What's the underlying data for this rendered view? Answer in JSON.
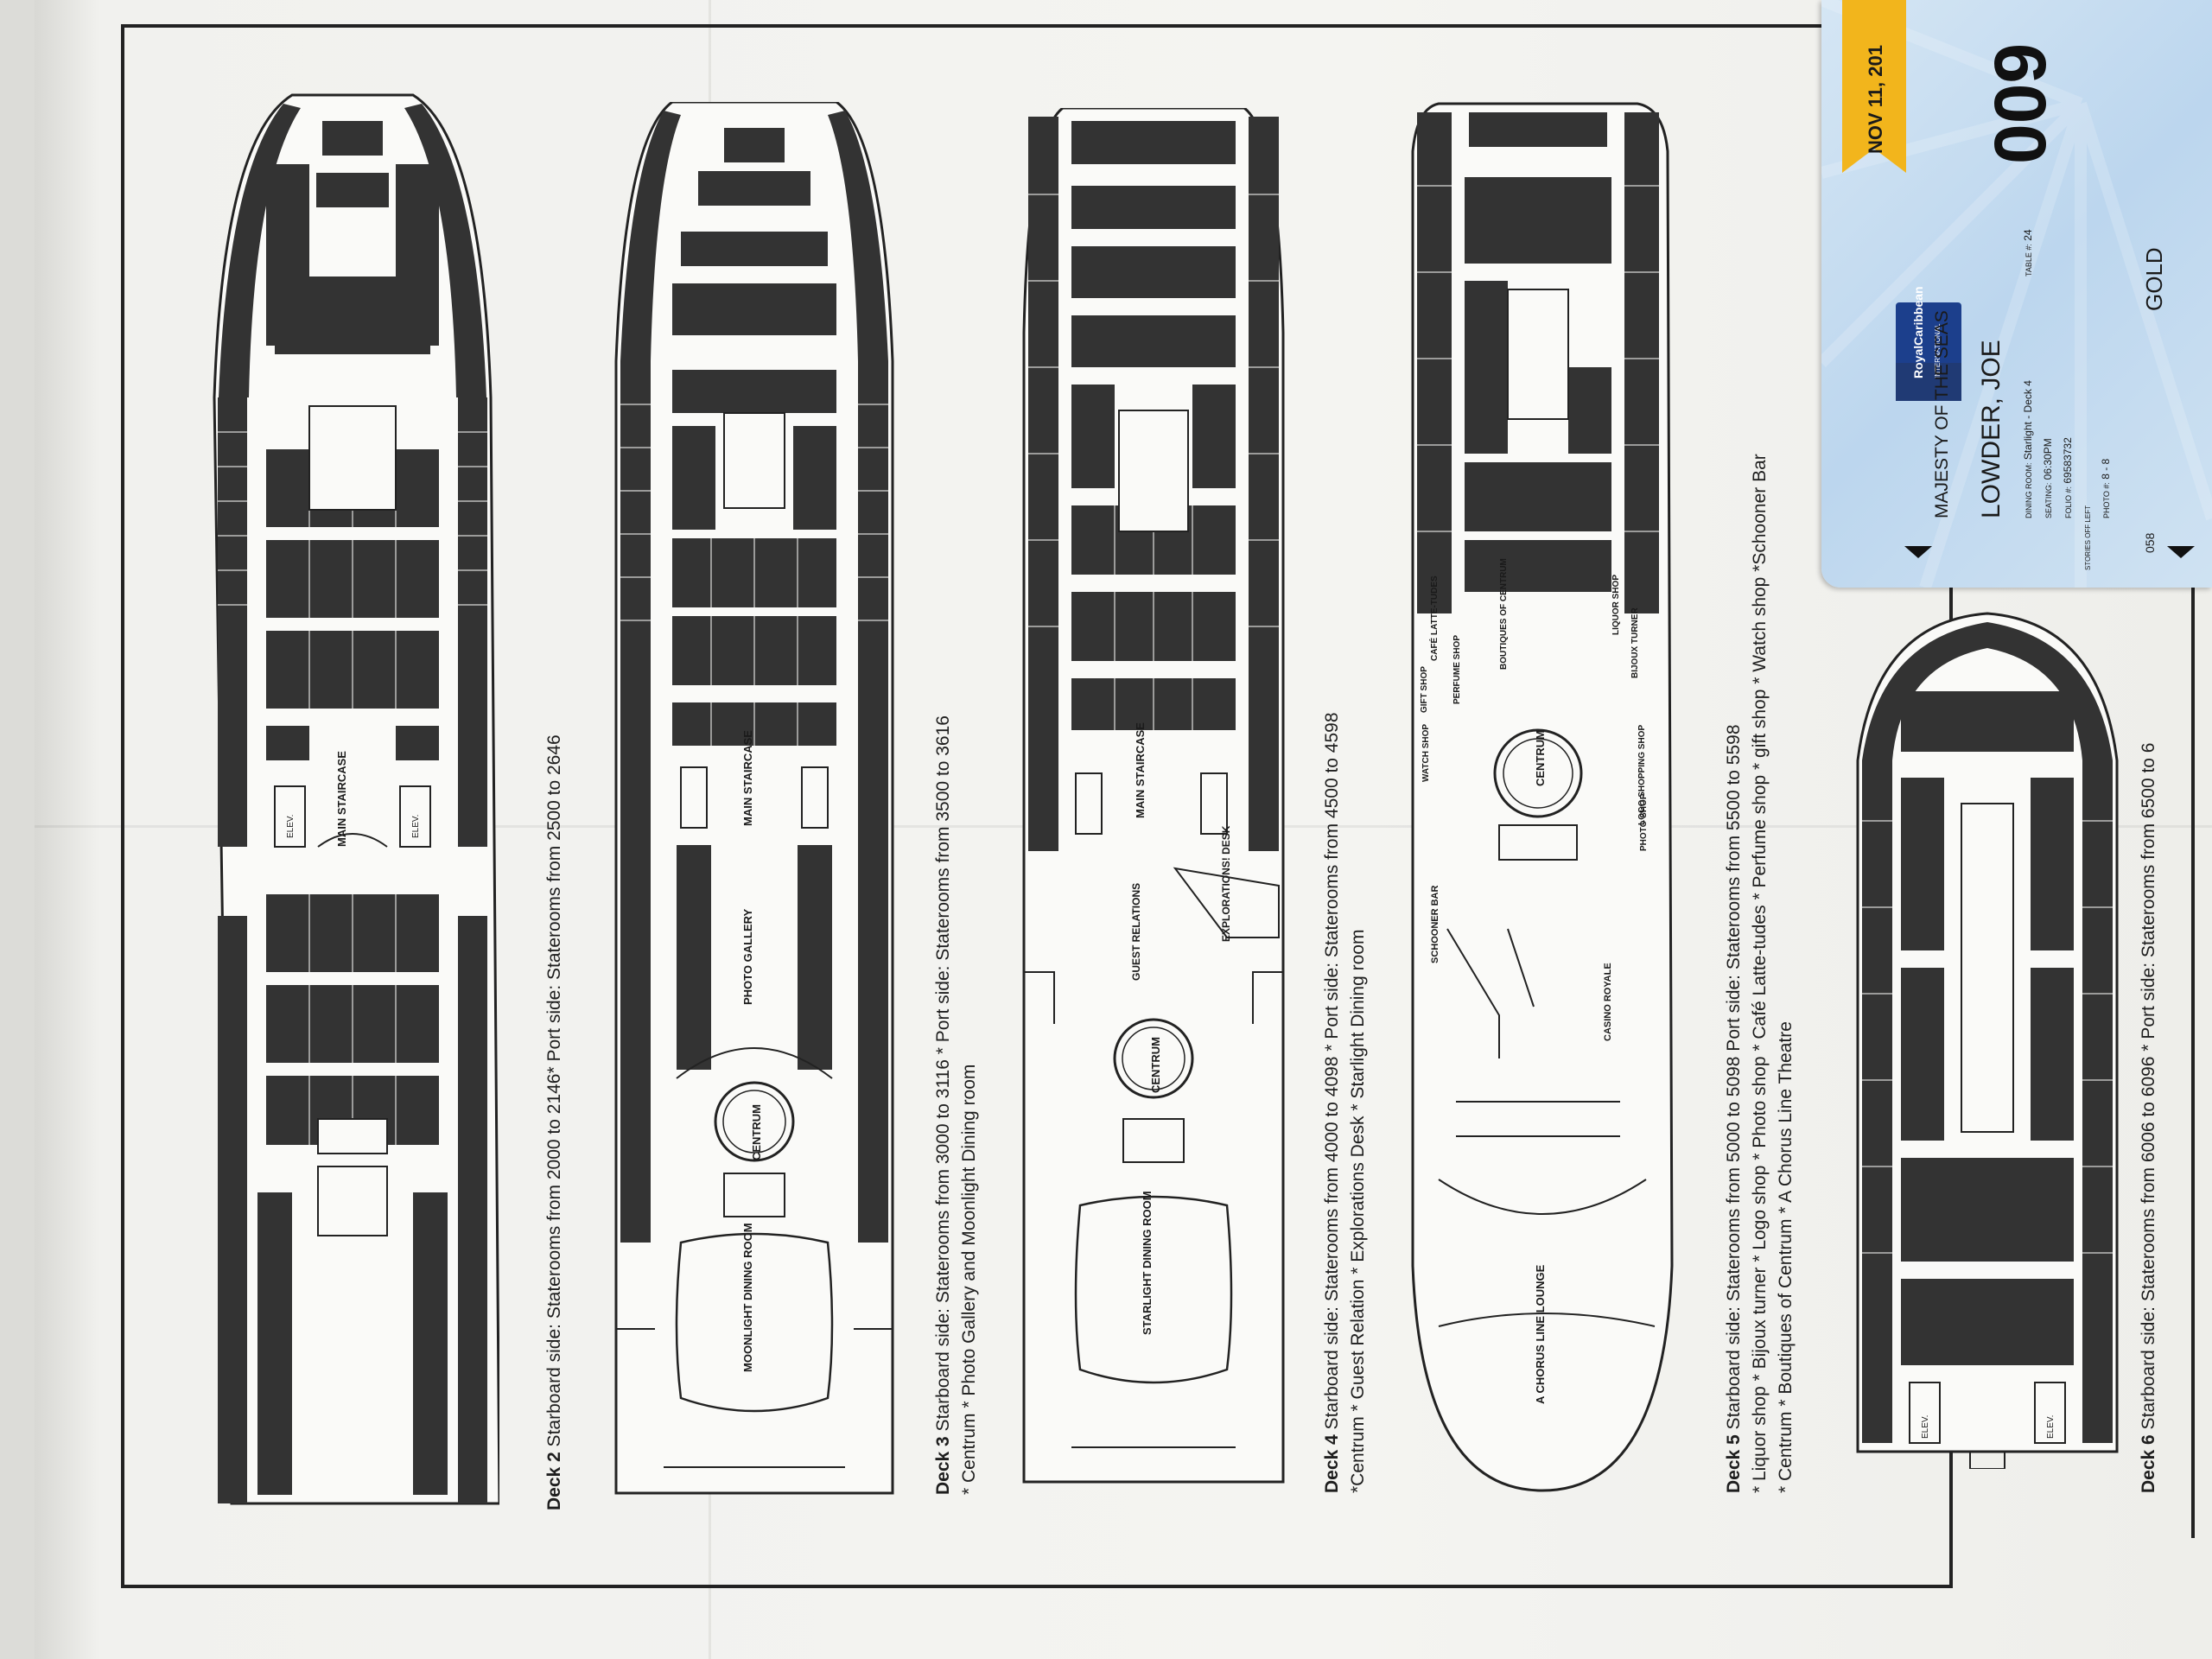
{
  "decks": [
    {
      "number": "Deck 2",
      "line1": "Starboard side: Staterooms from 2000 to 2146* Port side: Staterooms from 2500 to 2646",
      "line2": ""
    },
    {
      "number": "Deck 3",
      "line1": "Starboard side: Staterooms from 3000 to 3116 * Port side: Staterooms from 3500 to 3616",
      "line2": "* Centrum * Photo Gallery and Moonlight Dining room"
    },
    {
      "number": "Deck 4",
      "line1": "Starboard side: Staterooms from 4000 to 4098 * Port side: Staterooms from 4500 to 4598",
      "line2": "*Centrum * Guest Relation * Explorations Desk * Starlight Dining room"
    },
    {
      "number": "Deck 5",
      "line1": "Starboard side: Staterooms from 5000 to 5098 Port side: Staterooms from 5500 to 5598",
      "line2": "* Liquor shop * Bijoux turner * Logo shop * Photo shop * Café Latte-tudes * Perfume shop * gift shop * Watch shop *Schooner Bar",
      "line3": "* Centrum * Boutiques of Centrum * A Chorus Line Theatre"
    },
    {
      "number": "Deck 6",
      "line1": "Starboard side: Staterooms from 6006 to 6096 * Port side: Staterooms from 6500 to 6",
      "line2": ""
    }
  ],
  "labels": {
    "main_staircase": "MAIN STAIRCASE",
    "elev": "ELEV.",
    "photo_gallery": "PHOTO GALLERY",
    "centrum": "CENTRUM",
    "moonlight": "MOONLIGHT DINING ROOM",
    "starlight": "STARLIGHT DINING ROOM",
    "guest_relations": "GUEST RELATIONS",
    "explorations": "EXPLORATIONS! DESK",
    "chorus_lounge": "A CHORUS LINE LOUNGE",
    "casino": "CASINO ROYALE",
    "schooner": "SCHOONER BAR",
    "cafe": "CAFÉ LATTE-TUDES",
    "boutiques": "BOUTIQUES OF CENTRUM",
    "perfume": "PERFUME SHOP",
    "gift": "GIFT SHOP",
    "watch": "WATCH SHOP",
    "liquor": "LIQUOR SHOP",
    "bijoux": "BIJOUX TURNER",
    "logo": "LOGO SHOPPING SHOP",
    "photo_shop": "PHOTO SHOP"
  },
  "card": {
    "date": "NOV 11, 201",
    "number": "009",
    "brand": "RoyalCaribbean",
    "brand_sub": "INTERNATIONAL",
    "ship": "MAJESTY OF THE SEAS",
    "name": "LOWDER, JOE",
    "dining": "Starlight - Deck 4",
    "dining_label": "DINING ROOM:",
    "table_label": "TABLE #:",
    "table": "24",
    "seating_label": "SEATING:",
    "seating": "06:30PM",
    "folio_label": "FOLIO #:",
    "folio": "69583732",
    "photo_label": "PHOTO #:",
    "photo": "8 - 8",
    "tier": "GOLD",
    "code": "058",
    "stripe": "STORIES OFF LEFT"
  },
  "colors": {
    "ink": "#222222",
    "card_blue": "#bcd6ee",
    "ribbon": "#f2b51c"
  }
}
